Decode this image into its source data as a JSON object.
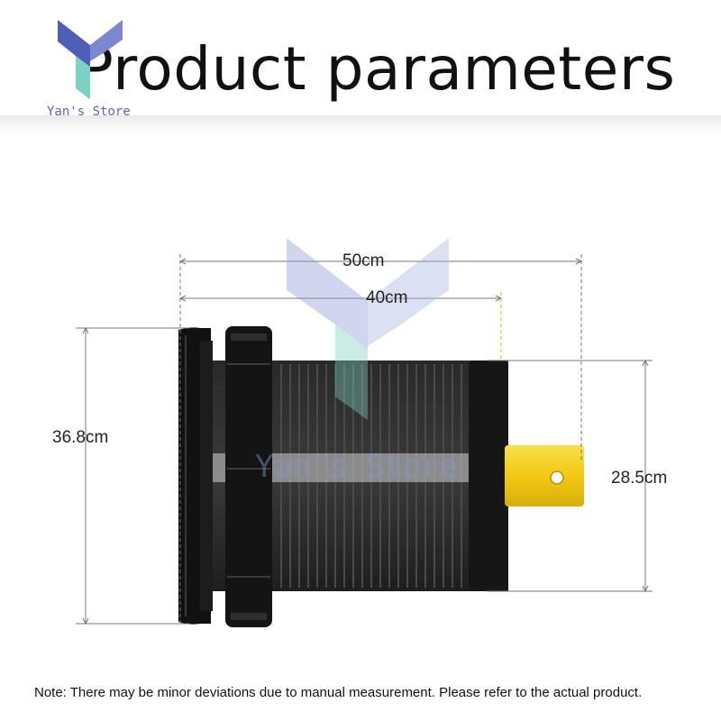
{
  "header": {
    "title": "Product parameters",
    "store_name": "Yan's Store",
    "logo_icon": "y-logo-icon"
  },
  "dimensions": {
    "total_length": "50cm",
    "thread_length": "40cm",
    "flange_diameter": "36.8cm",
    "body_diameter": "28.5cm"
  },
  "watermark": {
    "text": "Yan's Store",
    "icon": "y-logo-icon"
  },
  "footer": {
    "note": "Note: There may be minor deviations due to manual measurement. Please refer to the actual product."
  },
  "colors": {
    "terminal": "#f5d21a",
    "body": "#1b1b1b",
    "logo_blue": "#4f5fb8",
    "logo_teal": "#7dd3c3"
  }
}
